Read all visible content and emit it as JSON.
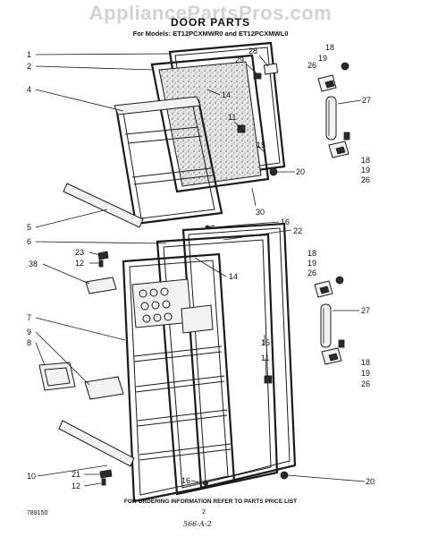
{
  "watermark": "AppliancePartsPros.com",
  "title": "DOOR PARTS",
  "subtitle": "For Models: ET12PCXMWR0 and ET12PCXMWL0",
  "footer_note": "FOR ORDERING INFORMATION REFER TO PARTS PRICE LIST",
  "page_number": "2",
  "doc_code": "789150",
  "stamp": "566-A-2",
  "callouts": {
    "left": [
      "1",
      "2",
      "4",
      "5",
      "6",
      "23",
      "12",
      "38",
      "7",
      "9",
      "8",
      "10",
      "21",
      "12"
    ],
    "center": [
      "28",
      "29",
      "14",
      "11",
      "15",
      "30",
      "16",
      "14",
      "15",
      "11",
      "16"
    ],
    "right": [
      "18",
      "19",
      "26",
      "27",
      "18",
      "19",
      "26",
      "20",
      "22",
      "18",
      "19",
      "26",
      "27",
      "18",
      "19",
      "26",
      "20"
    ]
  }
}
